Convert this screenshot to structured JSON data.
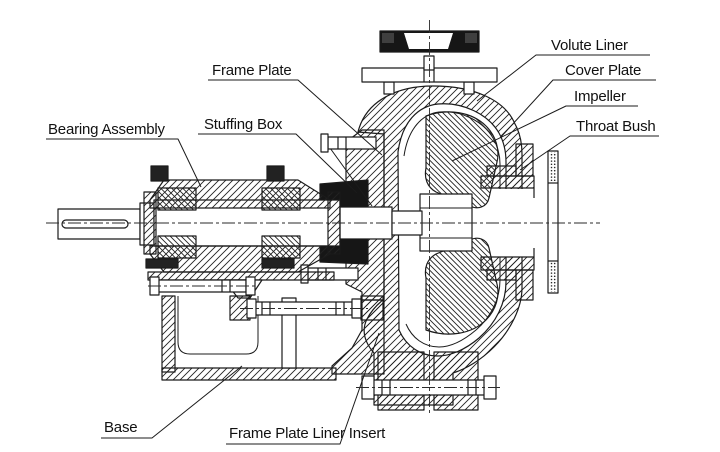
{
  "page": {
    "background": "#ffffff",
    "line_color": "#1b1b1b",
    "text_color": "#111111"
  },
  "diagram": {
    "description": "Cross-section engineering drawing of a horizontal centrifugal slurry pump",
    "labels": {
      "bearing_assembly": "Bearing Assembly",
      "frame_plate": "Frame Plate",
      "stuffing_box": "Stuffing Box",
      "volute_liner": "Volute Liner",
      "cover_plate": "Cover Plate",
      "impeller": "Impeller",
      "throat_bush": "Throat Bush",
      "base": "Base",
      "frame_plate_liner_insert": "Frame Plate Liner Insert"
    }
  }
}
